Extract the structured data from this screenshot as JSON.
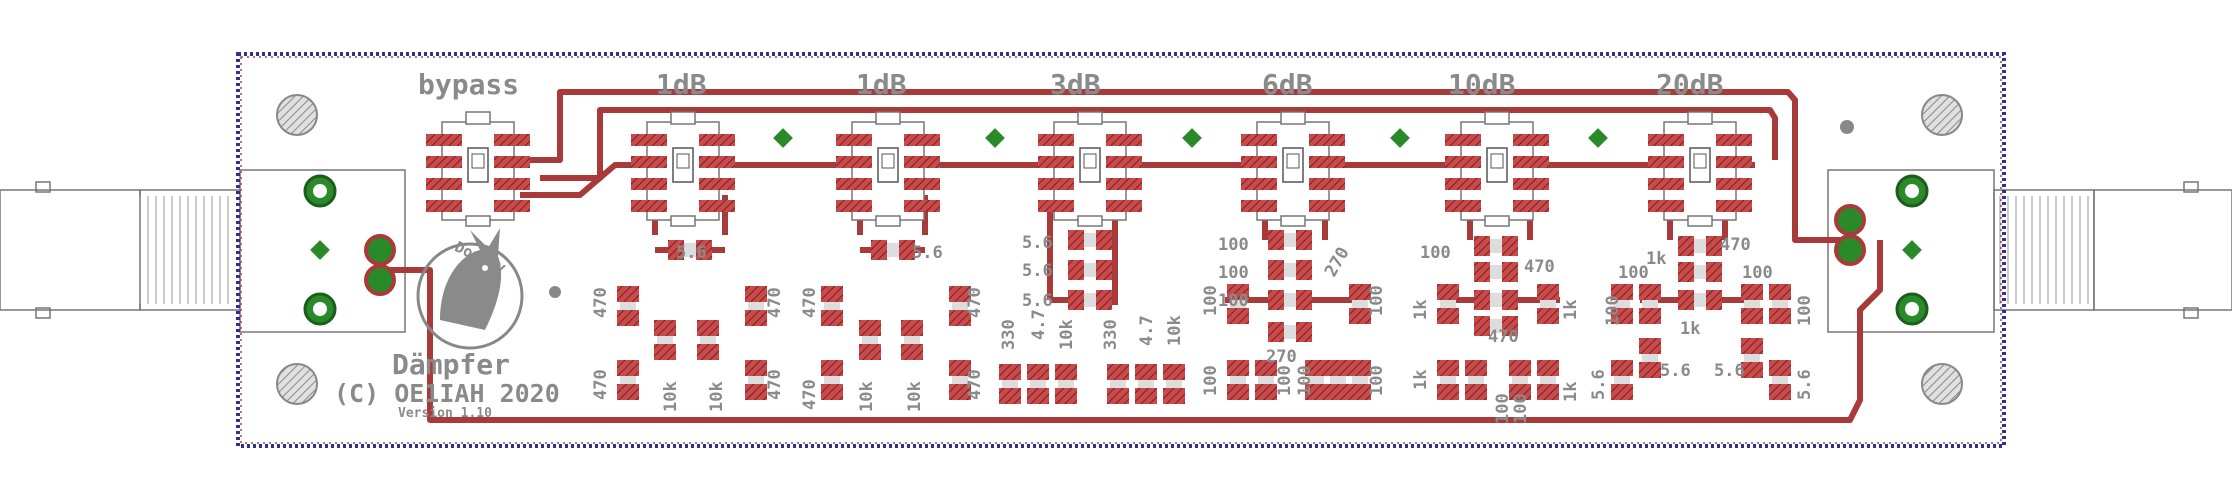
{
  "board": {
    "stage_labels": [
      "bypass",
      "1dB",
      "1dB",
      "3dB",
      "6dB",
      "10dB",
      "20dB"
    ],
    "title": "Dämpfer",
    "copyright": "(C) OE1IAH 2020",
    "version": "Version 1.10",
    "logo_text": "Donkey"
  },
  "resistor_labels": {
    "bypass": [],
    "1dB_a": [
      "470",
      "470",
      "470",
      "470",
      "5.6",
      "10k",
      "10k"
    ],
    "1dB_b": [
      "470",
      "470",
      "470",
      "470",
      "5.6",
      "10k",
      "10k"
    ],
    "3dB": [
      "5.6",
      "5.6",
      "5.6",
      "330",
      "330",
      "10k",
      "10k",
      "4.7",
      "4.7"
    ],
    "6dB": [
      "100",
      "100",
      "100",
      "100",
      "100",
      "100",
      "100",
      "100",
      "270",
      "270",
      "100"
    ],
    "10dB": [
      "100",
      "1k",
      "1k",
      "1k",
      "1k",
      "470",
      "470",
      "100",
      "100"
    ],
    "20dB": [
      "1k",
      "1k",
      "470",
      "100",
      "100",
      "100",
      "100",
      "5.6",
      "5.6",
      "5.6",
      "5.6"
    ]
  },
  "colors": {
    "trace": "#a83a3a",
    "pad": "#c04848",
    "via": "#2a8a2a",
    "outline": "#303090",
    "silk": "#8a8a8a"
  }
}
